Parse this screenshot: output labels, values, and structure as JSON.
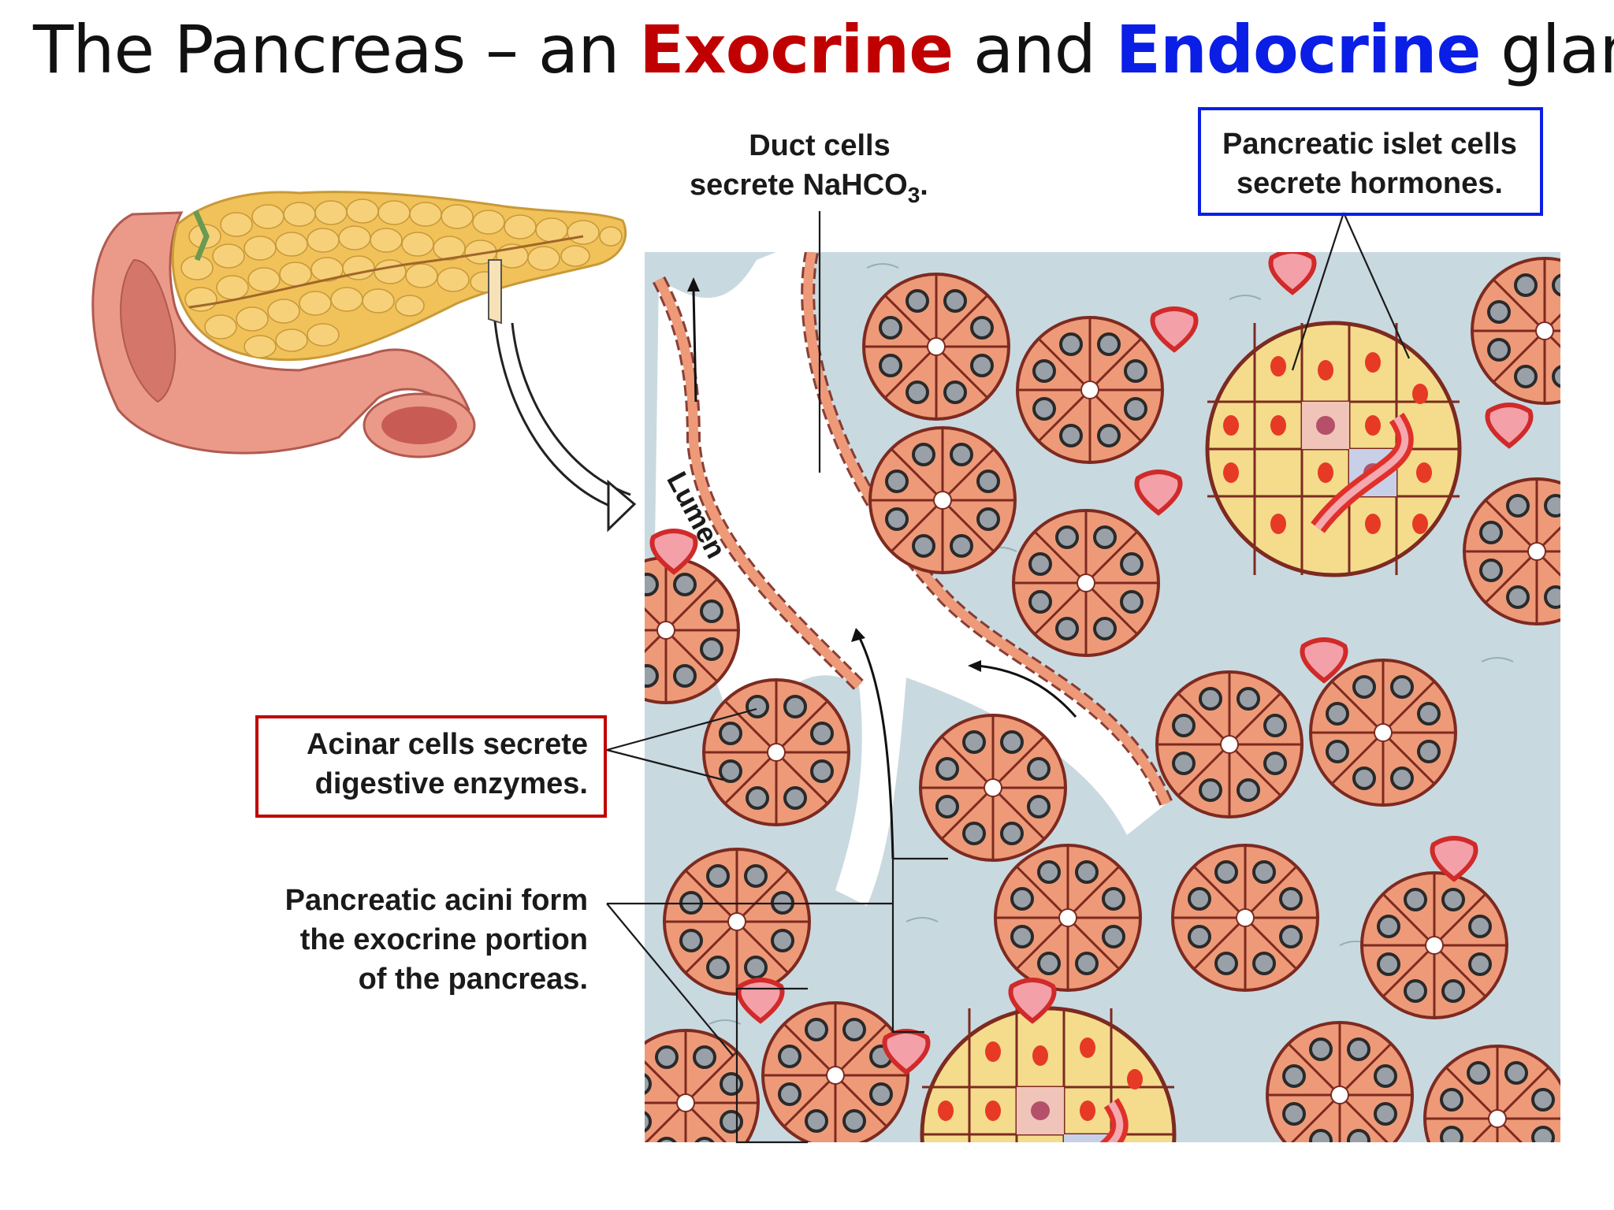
{
  "title": {
    "prefix": "The Pancreas – an ",
    "exocrine": "Exocrine",
    "middle": " and ",
    "endocrine": "Endocrine",
    "suffix": " gland"
  },
  "labels": {
    "duct_line1": "Duct cells",
    "duct_line2_prefix": "secrete NaHCO",
    "duct_sub": "3",
    "duct_line2_suffix": ".",
    "islet_line1": "Pancreatic islet cells",
    "islet_line2": "secrete hormones.",
    "acinar_line1": "Acinar cells secrete",
    "acinar_line2": "digestive enzymes.",
    "acini_line1": "Pancreatic acini form",
    "acini_line2": "the exocrine portion",
    "acini_line3": "of the pancreas.",
    "lumen": "Lumen"
  },
  "colors": {
    "exocrine": "#c00000",
    "endocrine": "#0a1ee6",
    "acinar_cell": "#ee9a78",
    "islet_cell": "#f4dc8c",
    "connective_tissue": "#c9d9e0",
    "nucleus": "#9aa0a8",
    "islet_nucleus": "#e63a25",
    "pancreas_lobule": "#f2c25a",
    "duodenum": "#eb9a8a"
  }
}
